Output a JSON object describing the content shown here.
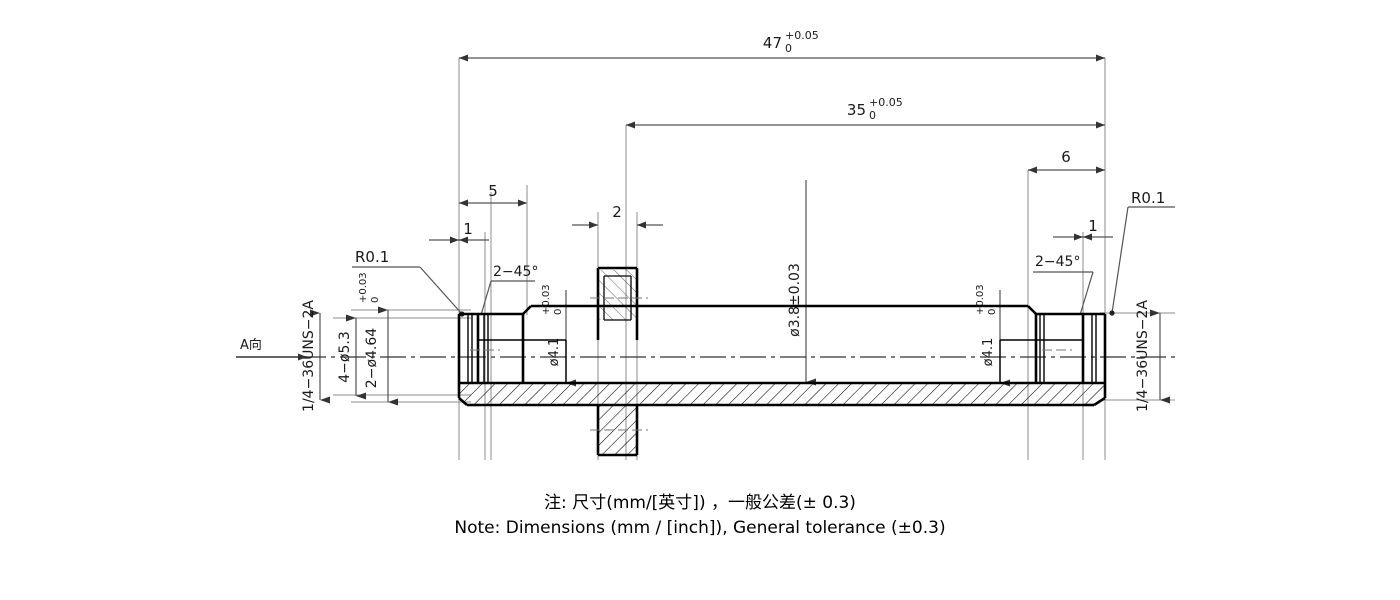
{
  "drawing": {
    "type": "mechanical-cross-section",
    "part": "threaded tube / shaft with center flange",
    "units": "mm",
    "line_color": "#000000",
    "dim_color": "#4d4d4d",
    "hatch_color": "#000000",
    "background": "#ffffff"
  },
  "dimensions": {
    "overall_length": {
      "value": "47",
      "tol_upper": "+0.05",
      "tol_lower": "0"
    },
    "inner_length": {
      "value": "35",
      "tol_upper": "+0.05",
      "tol_lower": "0"
    },
    "left_shoulder": {
      "value": "5"
    },
    "left_chamfer": {
      "value": "1"
    },
    "flange_width": {
      "value": "2"
    },
    "right_shoulder": {
      "value": "6"
    },
    "right_chamfer": {
      "value": "1"
    },
    "bore_main": {
      "value": "ø3.8±0.03"
    },
    "bore_left": {
      "value": "ø4.1",
      "tol_upper": "+0.03",
      "tol_lower": "0"
    },
    "bore_right": {
      "value": "ø4.1",
      "tol_upper": "+0.03",
      "tol_lower": "0"
    },
    "od_left_major": {
      "value": "4−ø5.3"
    },
    "od_left_minor": {
      "value": "2−ø4.64",
      "tol_upper": "+0.03",
      "tol_lower": "0"
    }
  },
  "callouts": {
    "thread_left": "1/4−36UNS−2A",
    "thread_right": "1/4−36UNS−2A",
    "radius_left": "R0.1",
    "radius_right": "R0.1",
    "chamfer_left": "2−45°",
    "chamfer_right": "2−45°",
    "view_arrow": "A向"
  },
  "notes": {
    "chinese": "注: 尺寸(mm/[英寸]) ，一般公差(± 0.3)",
    "english": "Note: Dimensions (mm / [inch]), General tolerance (±0.3)"
  }
}
